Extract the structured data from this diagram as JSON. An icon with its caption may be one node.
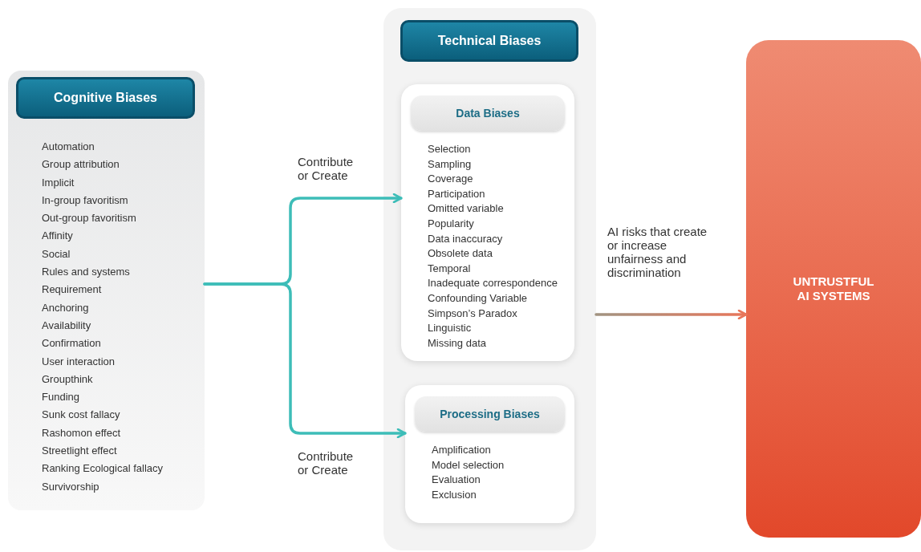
{
  "diagram": {
    "nodes": [
      {
        "text": [
          "Cognitive Biases",
          "Automation",
          "Group attribution",
          "Implicit",
          "In-group favoritism",
          "Out-group favoritism",
          "Affinity",
          "Social",
          "Rules and systems",
          "Requirement",
          "Anchoring",
          "Availability",
          "Confirmation",
          "User interaction",
          "Groupthink",
          "Funding",
          "Sunk cost fallacy",
          "Rashomon effect",
          "Streetlight effect",
          "Ranking Ecological fallacy",
          "Survivorship"
        ]
      },
      {
        "text": [
          "Technical Biases"
        ]
      },
      {
        "text": [
          "Data Biases",
          "Selection",
          "Sampling",
          "Coverage",
          "Participation",
          "Omitted variable",
          "Popularity",
          "Data inaccuracy",
          "Obsolete data",
          "Temporal",
          "Inadequate correspondence",
          "Confounding Variable",
          "Simpson’s Paradox",
          "Linguistic",
          "Missing data"
        ],
        "in": 1
      },
      {
        "text": [
          "Processing Biases",
          "Amplification",
          "Model selection",
          "Evaluation",
          "Exclusion"
        ],
        "in": 1
      },
      {
        "text": [
          "UNTRUSTFUL AI SYSTEMS"
        ]
      }
    ],
    "edges": [
      {
        "from": 0,
        "to": 2,
        "arrow": "to",
        "label": "Contribute or Create"
      },
      {
        "from": 0,
        "to": 3,
        "arrow": "to",
        "label": "Contribute or Create"
      },
      {
        "from": 1,
        "to": 4,
        "arrow": "to",
        "label": "AI risks that create or increase unfairness and discrimination",
        "color": "#e8765a"
      }
    ]
  }
}
